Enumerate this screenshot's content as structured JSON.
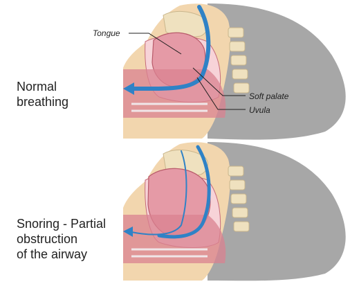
{
  "panels": {
    "normal": {
      "label_lines": [
        "Normal",
        "breathing"
      ],
      "annotations": {
        "tongue": "Tongue",
        "soft_palate": "Soft palate",
        "uvula": "Uvula"
      }
    },
    "snoring": {
      "label_lines": [
        "Snoring - Partial",
        "obstruction",
        "of the airway"
      ]
    }
  },
  "colors": {
    "head_gray": "#a7a7a7",
    "skin": "#f2d6ae",
    "tissue_pink": "#e59aa6",
    "tissue_light": "#f7d3d8",
    "airflow_blue": "#2f82c6",
    "bone_beige": "#efe1bf"
  }
}
